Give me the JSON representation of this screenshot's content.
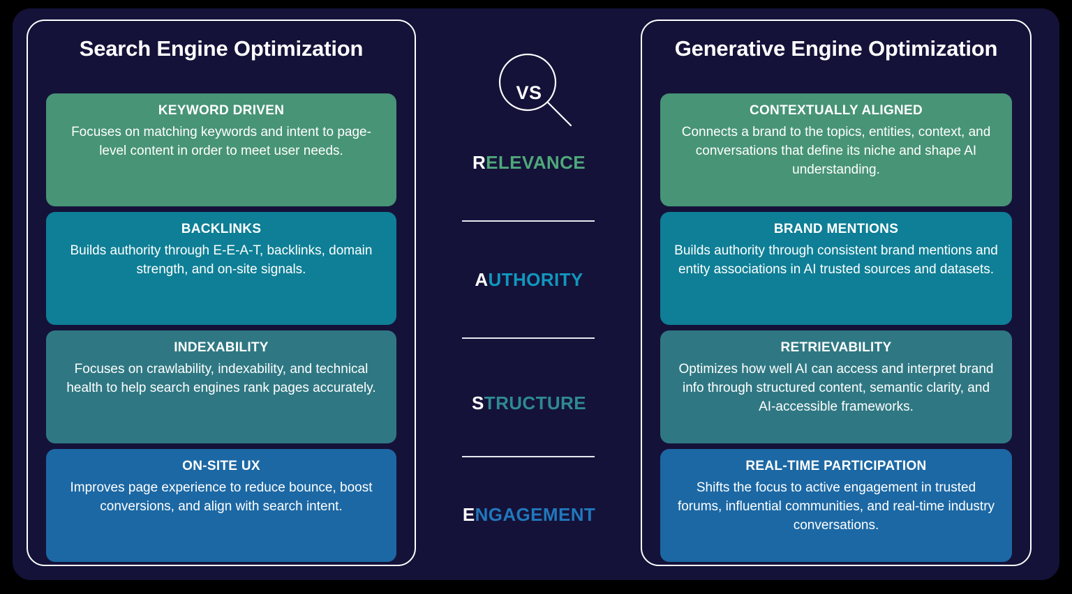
{
  "colors": {
    "background": "#000000",
    "plate": "#151239",
    "panel_border": "#ffffff",
    "relevance": "#4fa87a",
    "authority": "#1197bd",
    "structure": "#2f8a92",
    "engagement": "#2178bd",
    "card_green": "#479476",
    "card_cyan": "#0e7f96",
    "card_teal": "#2f7883",
    "card_blue": "#1c68a4",
    "divider": "#e8e8f0"
  },
  "center": {
    "badge_label": "VS",
    "badge_icon": "magnifier-icon",
    "axes": [
      {
        "key": "relevance",
        "lead": "R",
        "rest": "ELEVANCE",
        "color": "#4fa87a"
      },
      {
        "key": "authority",
        "lead": "A",
        "rest": "UTHORITY",
        "color": "#1197bd"
      },
      {
        "key": "structure",
        "lead": "S",
        "rest": "TRUCTURE",
        "color": "#2f8a92"
      },
      {
        "key": "engagement",
        "lead": "E",
        "rest": "NGAGEMENT",
        "color": "#2178bd"
      }
    ]
  },
  "left": {
    "title": "Search Engine Optimization",
    "cards": [
      {
        "title": "KEYWORD DRIVEN",
        "desc": "Focuses on matching keywords and intent to page-level content in order to meet user needs.",
        "color": "#479476"
      },
      {
        "title": "BACKLINKS",
        "desc": "Builds authority through E-E-A-T, backlinks, domain strength, and on-site signals.",
        "color": "#0e7f96"
      },
      {
        "title": "INDEXABILITY",
        "desc": "Focuses on crawlability, indexability, and technical health to help search engines rank pages accurately.",
        "color": "#2f7883"
      },
      {
        "title": "ON-SITE UX",
        "desc": "Improves page experience to reduce bounce, boost conversions, and align with search intent.",
        "color": "#1c68a4"
      }
    ]
  },
  "right": {
    "title": "Generative Engine Optimization",
    "cards": [
      {
        "title": "CONTEXTUALLY ALIGNED",
        "desc": "Connects a brand to the topics, entities, context, and conversations that define its niche and shape AI understanding.",
        "color": "#479476"
      },
      {
        "title": "BRAND MENTIONS",
        "desc": "Builds authority through consistent brand mentions and entity associations in AI trusted sources and datasets.",
        "color": "#0e7f96"
      },
      {
        "title": "RETRIEVABILITY",
        "desc": "Optimizes how well AI can access and interpret brand info through structured content, semantic clarity, and AI-accessible frameworks.",
        "color": "#2f7883"
      },
      {
        "title": "REAL-TIME PARTICIPATION",
        "desc": "Shifts the focus to active engagement in trusted forums, influential communities, and real-time industry conversations.",
        "color": "#1c68a4"
      }
    ]
  }
}
